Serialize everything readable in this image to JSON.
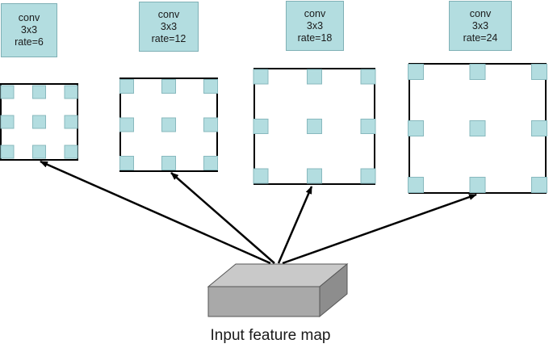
{
  "diagram": {
    "caption": "Input feature map",
    "colors": {
      "tap_fill": "#b3dde0",
      "tap_stroke": "#88b9be",
      "frame_stroke": "#000000",
      "block_top": "#c9c9c9",
      "block_front": "#a9a9a9",
      "block_side": "#8d8d8d",
      "arrow": "#000000"
    },
    "branches": [
      {
        "op": "conv",
        "kernel": "3x3",
        "rate_label": "rate=6"
      },
      {
        "op": "conv",
        "kernel": "3x3",
        "rate_label": "rate=12"
      },
      {
        "op": "conv",
        "kernel": "3x3",
        "rate_label": "rate=18"
      },
      {
        "op": "conv",
        "kernel": "3x3",
        "rate_label": "rate=24"
      }
    ]
  }
}
